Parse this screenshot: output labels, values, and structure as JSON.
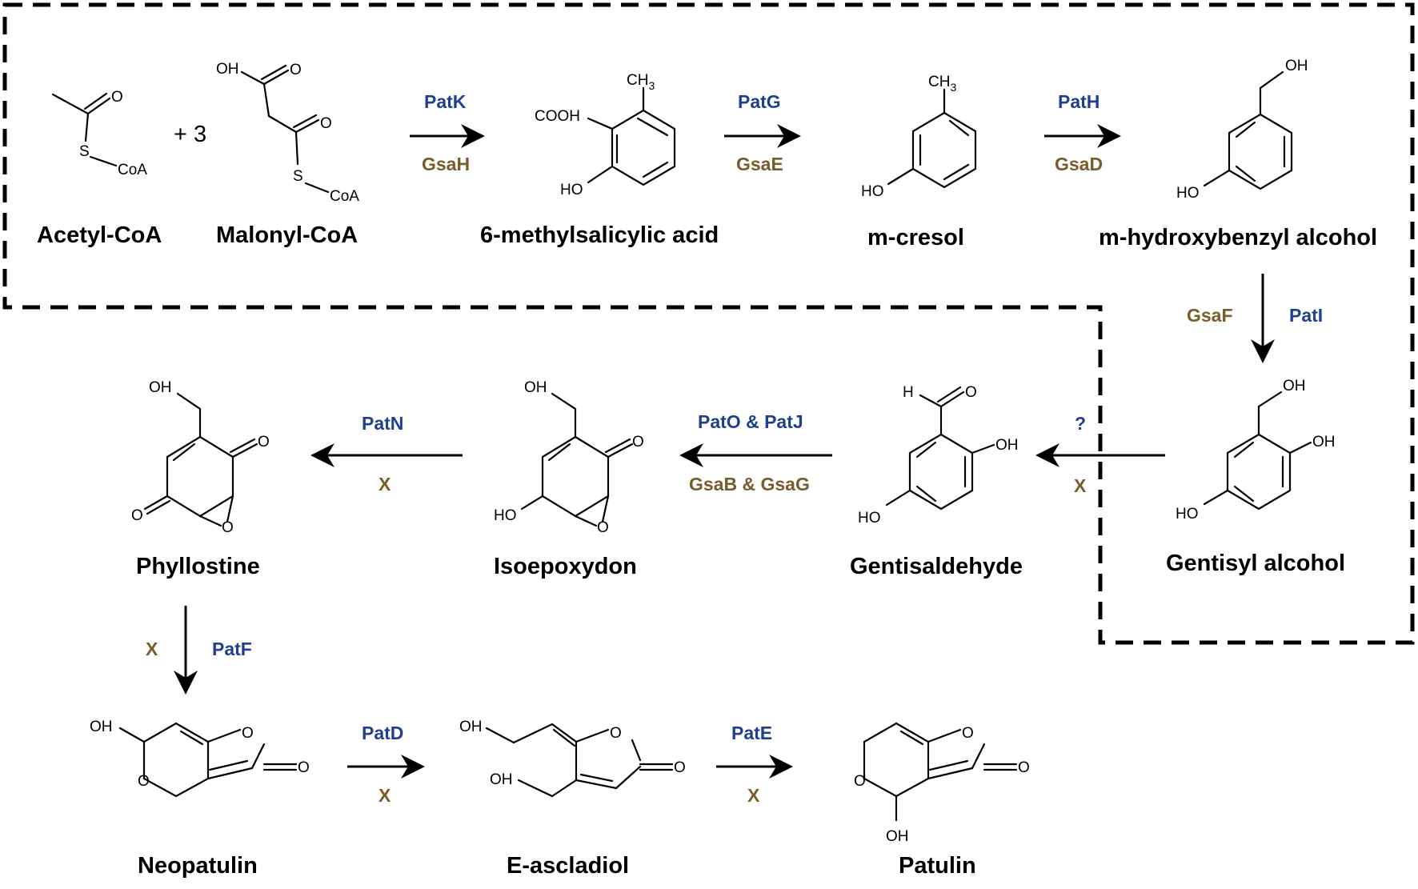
{
  "compounds": {
    "acetyl_coa": "Acetyl-CoA",
    "malonyl_coa": "Malonyl-CoA",
    "methylsalicylic": "6-methylsalicylic acid",
    "m_cresol": "m-cresol",
    "m_hydroxybenzyl": "m-hydroxybenzyl alcohol",
    "gentisyl": "Gentisyl alcohol",
    "gentisaldehyde": "Gentisaldehyde",
    "isoepoxydon": "Isoepoxydon",
    "phyllostine": "Phyllostine",
    "neopatulin": "Neopatulin",
    "e_ascladiol": "E-ascladiol",
    "patulin": "Patulin"
  },
  "stoich": "+ 3",
  "enzymes": {
    "step1": {
      "top": "PatK",
      "bottom": "GsaH"
    },
    "step2": {
      "top": "PatG",
      "bottom": "GsaE"
    },
    "step3": {
      "top": "PatH",
      "bottom": "GsaD"
    },
    "step4": {
      "left": "GsaF",
      "right": "PatI"
    },
    "step5": {
      "top": "?",
      "bottom": "X"
    },
    "step6": {
      "top": "PatO & PatJ",
      "bottom": "GsaB & GsaG"
    },
    "step7": {
      "top": "PatN",
      "bottom": "X"
    },
    "step8": {
      "left": "X",
      "right": "PatF"
    },
    "step9": {
      "top": "PatD",
      "bottom": "X"
    },
    "step10": {
      "top": "PatE",
      "bottom": "X"
    }
  },
  "atoms": {
    "O": "O",
    "OH": "OH",
    "HO": "HO",
    "CoA": "CoA",
    "S": "S",
    "CH": "CH",
    "sub3": "3",
    "COOH": "COOH",
    "H": "H"
  },
  "colors": {
    "blue_enzyme": "#1f3f8f",
    "brown_enzyme": "#7a5c2a",
    "line": "#000000"
  }
}
